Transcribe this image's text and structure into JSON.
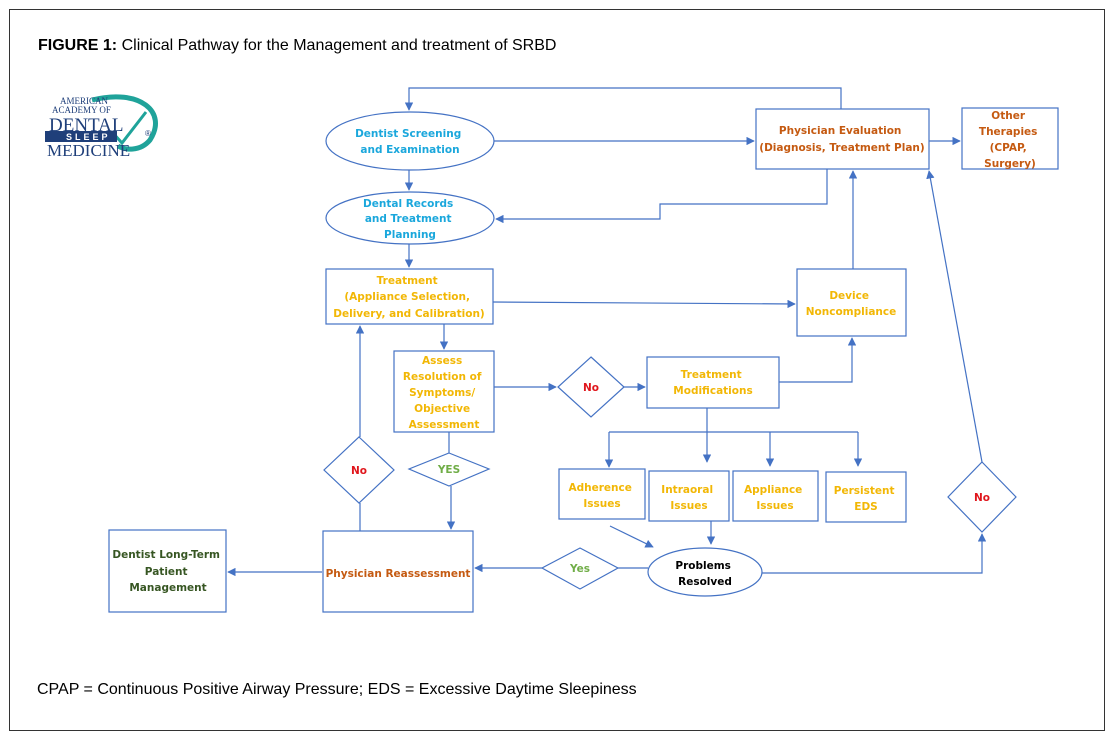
{
  "figure": {
    "label": "FIGURE 1:",
    "title": "Clinical Pathway for the Management and treatment of SRBD",
    "footnote": "CPAP = Continuous Positive Airway Pressure; EDS = Excessive Daytime Sleepiness"
  },
  "logo": {
    "line1": "AMERICAN",
    "line2": "ACADEMY OF",
    "line3": "DENTAL",
    "line4": "SLEEP",
    "line5": "MEDICINE",
    "mark": "®"
  },
  "nodes": {
    "dentist_screening": [
      "Dentist Screening",
      "and Examination"
    ],
    "dental_records": [
      "Dental Records",
      "and Treatment",
      "Planning"
    ],
    "treatment": [
      "Treatment",
      "(Appliance Selection,",
      "Delivery, and Calibration)"
    ],
    "assess": [
      "Assess",
      "Resolution of",
      "Symptoms/",
      "Objective",
      "Assessment"
    ],
    "physician_eval": [
      "Physician Evaluation",
      "(Diagnosis, Treatment Plan)"
    ],
    "other_therapies": [
      "Other",
      "Therapies",
      "(CPAP,",
      "Surgery)"
    ],
    "device_noncompliance": [
      "Device",
      "Noncompliance"
    ],
    "treatment_mods": [
      "Treatment",
      "Modifications"
    ],
    "adherence": [
      "Adherence",
      "Issues"
    ],
    "intraoral": [
      "Intraoral",
      "Issues"
    ],
    "appliance": [
      "Appliance",
      "Issues"
    ],
    "persistent": [
      "Persistent",
      "EDS"
    ],
    "problems_resolved": [
      "Problems",
      "Resolved"
    ],
    "physician_reassess": [
      "Physician Reassessment"
    ],
    "long_term": [
      "Dentist Long-Term",
      "Patient",
      "Management"
    ]
  },
  "decisions": {
    "no_assess": "No",
    "no_left": "No",
    "yes_assess": "YES",
    "yes_resolved": "Yes",
    "no_right": "No"
  },
  "colors": {
    "stroke": "#4472c4",
    "cyan_text": "#1aa7dc",
    "orange_text": "#c55a11",
    "yellow_text": "#f2b705",
    "red_text": "#e0161c",
    "green_text": "#70ad47",
    "dark_green_text": "#375623"
  }
}
